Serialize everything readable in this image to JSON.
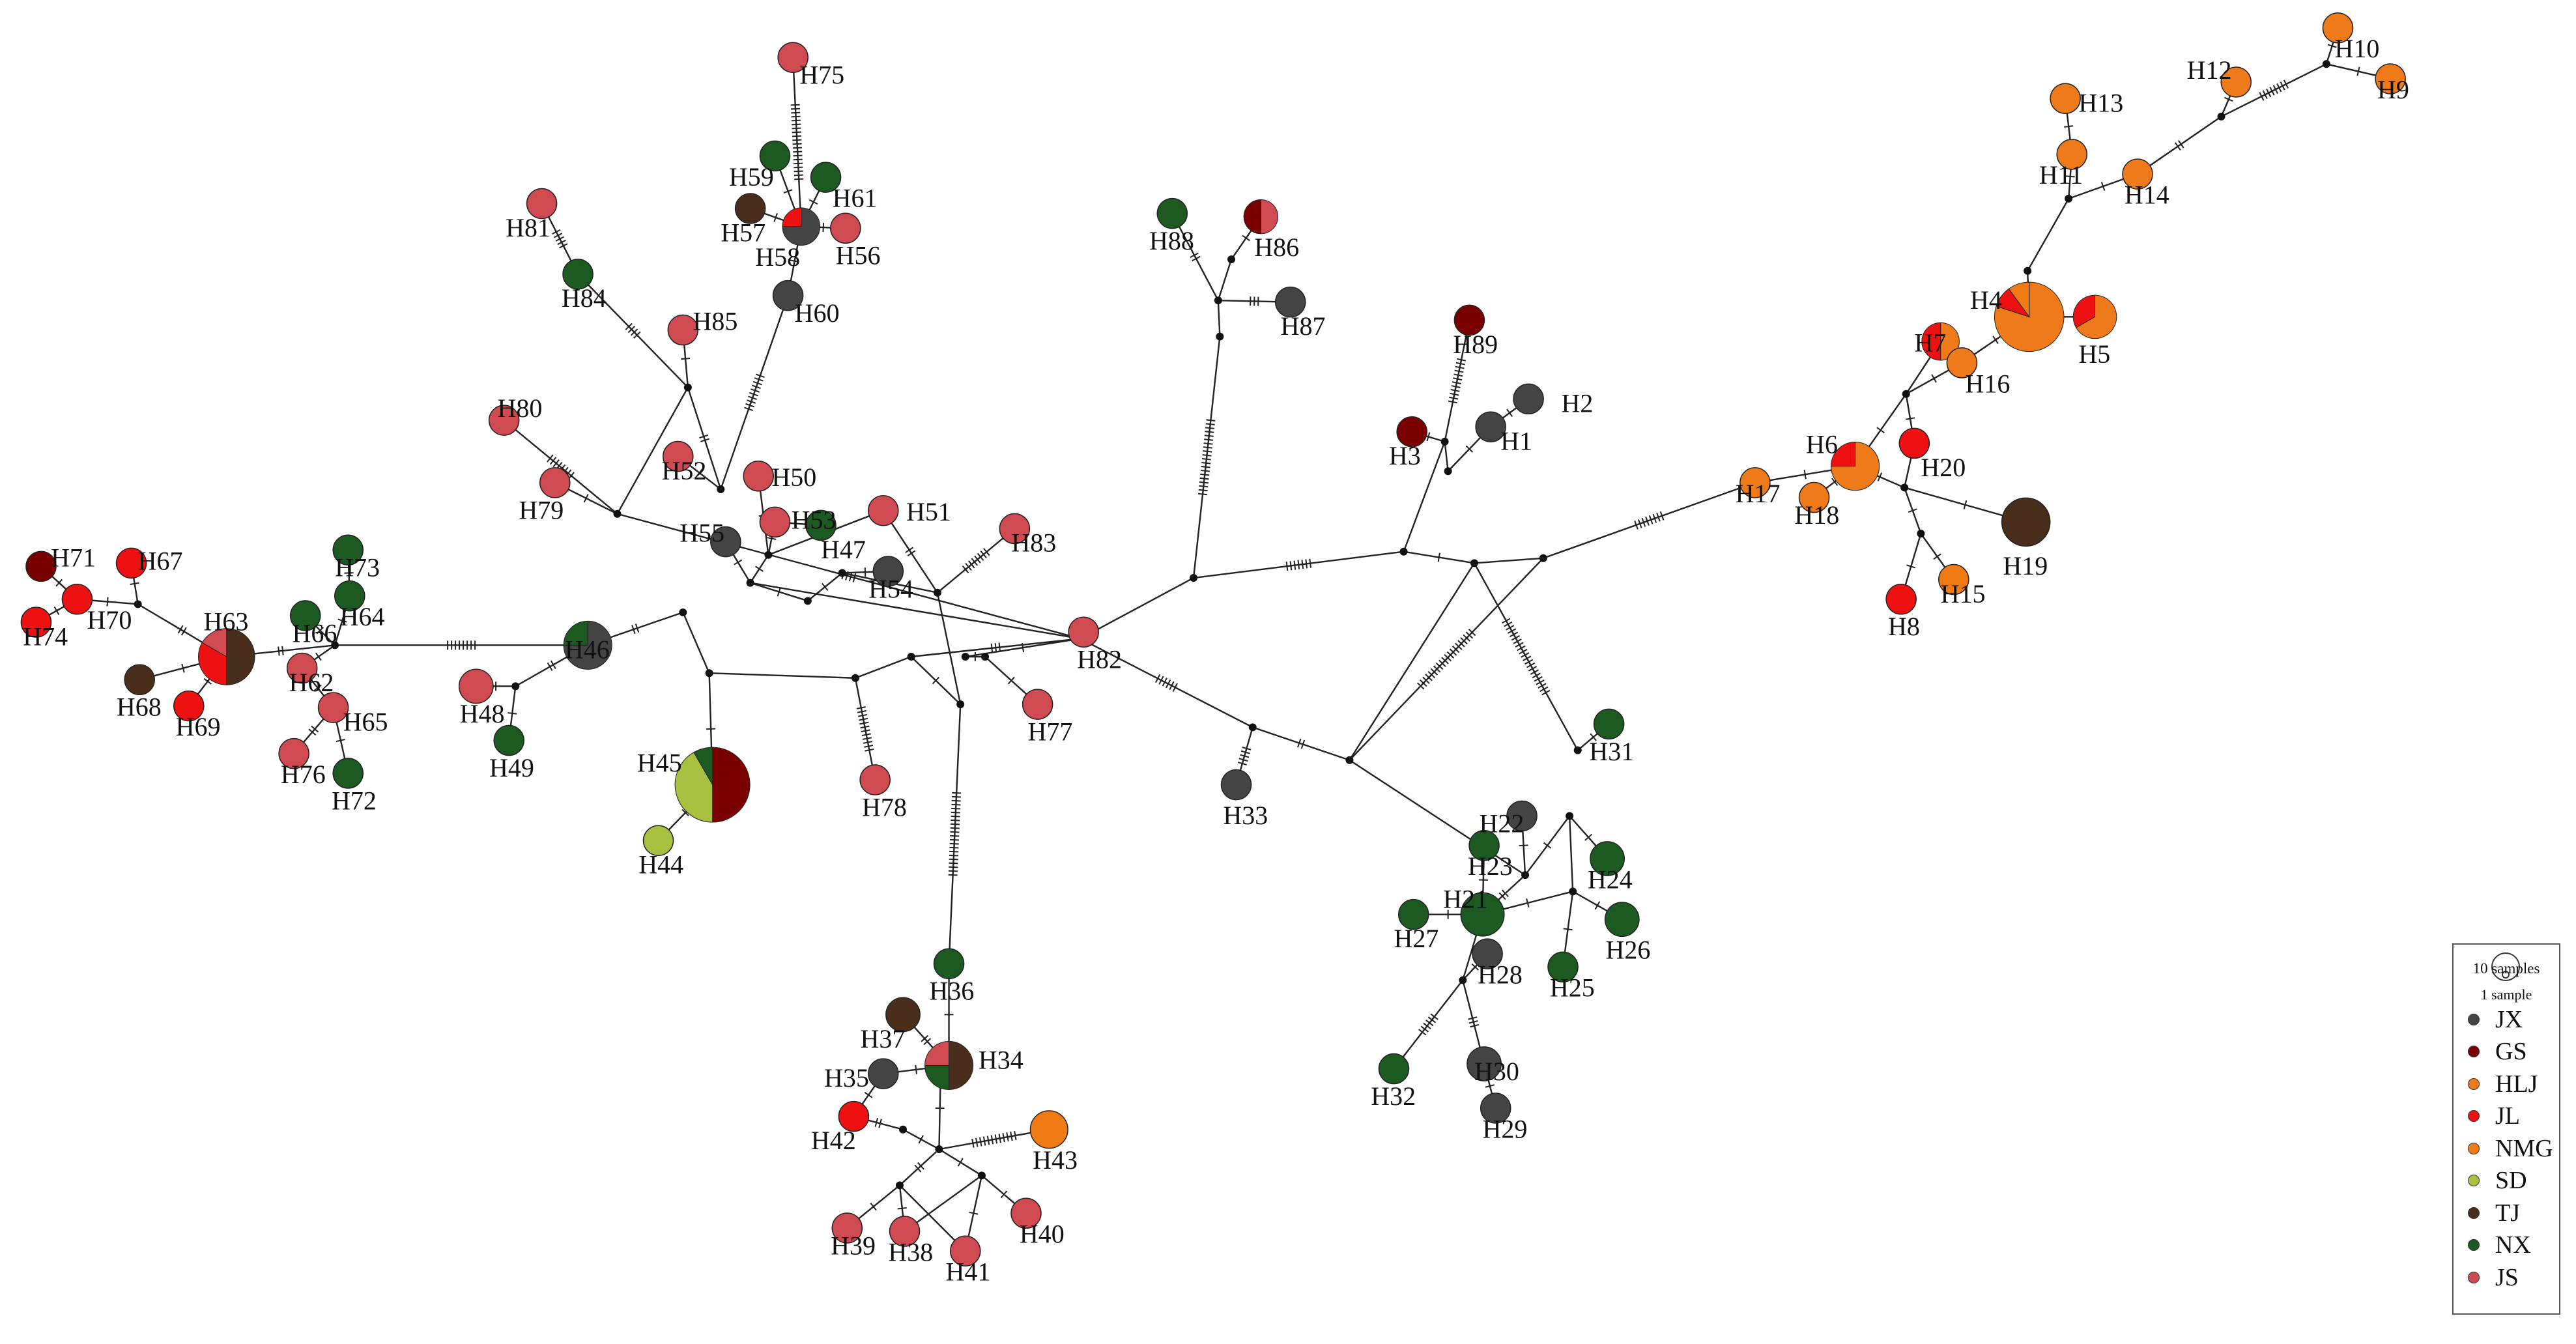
{
  "legend": {
    "scale_large": "10 samples",
    "scale_small": "1 sample",
    "items": [
      {
        "code": "JX",
        "color": "#444444"
      },
      {
        "code": "GS",
        "color": "#7a0000"
      },
      {
        "code": "HLJ",
        "color": "#ef7a1a"
      },
      {
        "code": "JL",
        "color": "#ee1111"
      },
      {
        "code": "NMG",
        "color": "#f07a14"
      },
      {
        "code": "SD",
        "color": "#a8c040"
      },
      {
        "code": "TJ",
        "color": "#4a2e1c"
      },
      {
        "code": "NX",
        "color": "#1d5a22"
      },
      {
        "code": "JS",
        "color": "#d04a52"
      }
    ]
  },
  "network": {
    "haplotypes": [
      {
        "id": "H1",
        "size": 1,
        "pops": {
          "JX": 1
        }
      },
      {
        "id": "H2",
        "size": 1,
        "pops": {
          "JX": 1
        }
      },
      {
        "id": "H3",
        "size": 1,
        "pops": {
          "GS": 1
        }
      },
      {
        "id": "H4",
        "size": 10,
        "pops": {
          "HLJ": 8,
          "JL": 1,
          "NMG": 1
        }
      },
      {
        "id": "H5",
        "size": 3,
        "pops": {
          "HLJ": 2,
          "JL": 1
        }
      },
      {
        "id": "H6",
        "size": 4,
        "pops": {
          "HLJ": 3,
          "JL": 1
        }
      },
      {
        "id": "H7",
        "size": 2,
        "pops": {
          "HLJ": 1,
          "JL": 1
        }
      },
      {
        "id": "H8",
        "size": 1,
        "pops": {
          "JL": 1
        }
      },
      {
        "id": "H9",
        "size": 1,
        "pops": {
          "HLJ": 1
        }
      },
      {
        "id": "H10",
        "size": 1,
        "pops": {
          "HLJ": 1
        }
      },
      {
        "id": "H11",
        "size": 1,
        "pops": {
          "HLJ": 1
        }
      },
      {
        "id": "H12",
        "size": 1,
        "pops": {
          "HLJ": 1
        }
      },
      {
        "id": "H13",
        "size": 1,
        "pops": {
          "HLJ": 1
        }
      },
      {
        "id": "H14",
        "size": 1,
        "pops": {
          "HLJ": 1
        }
      },
      {
        "id": "H15",
        "size": 1,
        "pops": {
          "NMG": 1
        }
      },
      {
        "id": "H16",
        "size": 1,
        "pops": {
          "HLJ": 1
        }
      },
      {
        "id": "H17",
        "size": 1,
        "pops": {
          "HLJ": 1
        }
      },
      {
        "id": "H18",
        "size": 1,
        "pops": {
          "HLJ": 1
        }
      },
      {
        "id": "H19",
        "size": 4,
        "pops": {
          "TJ": 1
        }
      },
      {
        "id": "H20",
        "size": 1,
        "pops": {
          "JL": 1
        }
      },
      {
        "id": "H21",
        "size": 3,
        "pops": {
          "NX": 1
        }
      },
      {
        "id": "H22",
        "size": 1,
        "pops": {
          "JX": 1
        }
      },
      {
        "id": "H23",
        "size": 1,
        "pops": {
          "NX": 1
        }
      },
      {
        "id": "H24",
        "size": 1.5,
        "pops": {
          "NX": 1
        }
      },
      {
        "id": "H25",
        "size": 1,
        "pops": {
          "NX": 1
        }
      },
      {
        "id": "H26",
        "size": 1.5,
        "pops": {
          "NX": 1
        }
      },
      {
        "id": "H27",
        "size": 1,
        "pops": {
          "NX": 1
        }
      },
      {
        "id": "H28",
        "size": 1,
        "pops": {
          "JX": 1
        }
      },
      {
        "id": "H29",
        "size": 1,
        "pops": {
          "JX": 1
        }
      },
      {
        "id": "H30",
        "size": 1.5,
        "pops": {
          "JX": 1
        }
      },
      {
        "id": "H31",
        "size": 1,
        "pops": {
          "NX": 1
        }
      },
      {
        "id": "H32",
        "size": 1,
        "pops": {
          "NX": 1
        }
      },
      {
        "id": "H33",
        "size": 1,
        "pops": {
          "JX": 1
        }
      },
      {
        "id": "H34",
        "size": 4,
        "pops": {
          "TJ": 2,
          "NX": 1,
          "JS": 1
        }
      },
      {
        "id": "H35",
        "size": 1,
        "pops": {
          "JX": 1
        }
      },
      {
        "id": "H36",
        "size": 1,
        "pops": {
          "NX": 1
        }
      },
      {
        "id": "H37",
        "size": 1.5,
        "pops": {
          "TJ": 1
        }
      },
      {
        "id": "H38",
        "size": 1,
        "pops": {
          "JS": 1
        }
      },
      {
        "id": "H39",
        "size": 1,
        "pops": {
          "JS": 1
        }
      },
      {
        "id": "H40",
        "size": 1,
        "pops": {
          "JS": 1
        }
      },
      {
        "id": "H41",
        "size": 1,
        "pops": {
          "JS": 1
        }
      },
      {
        "id": "H42",
        "size": 1,
        "pops": {
          "JL": 1
        }
      },
      {
        "id": "H43",
        "size": 2,
        "pops": {
          "NMG": 1
        }
      },
      {
        "id": "H44",
        "size": 1,
        "pops": {
          "SD": 1
        }
      },
      {
        "id": "H45",
        "size": 12,
        "pops": {
          "GS": 6,
          "SD": 5,
          "NX": 1
        }
      },
      {
        "id": "H46",
        "size": 4,
        "pops": {
          "JX": 3,
          "NX": 1
        }
      },
      {
        "id": "H47",
        "size": 1,
        "pops": {
          "NX": 1
        }
      },
      {
        "id": "H48",
        "size": 1.5,
        "pops": {
          "JS": 1
        }
      },
      {
        "id": "H49",
        "size": 1,
        "pops": {
          "NX": 1
        }
      },
      {
        "id": "H50",
        "size": 1,
        "pops": {
          "JS": 1
        }
      },
      {
        "id": "H51",
        "size": 1,
        "pops": {
          "JS": 1
        }
      },
      {
        "id": "H52",
        "size": 1,
        "pops": {
          "JS": 1
        }
      },
      {
        "id": "H53",
        "size": 1,
        "pops": {
          "JS": 1
        }
      },
      {
        "id": "H54",
        "size": 1,
        "pops": {
          "JX": 1
        }
      },
      {
        "id": "H55",
        "size": 1,
        "pops": {
          "JX": 1
        }
      },
      {
        "id": "H56",
        "size": 1,
        "pops": {
          "JS": 1
        }
      },
      {
        "id": "H57",
        "size": 1,
        "pops": {
          "TJ": 1
        }
      },
      {
        "id": "H58",
        "size": 2,
        "pops": {
          "JX": 3,
          "JL": 1
        }
      },
      {
        "id": "H59",
        "size": 1,
        "pops": {
          "NX": 1
        }
      },
      {
        "id": "H60",
        "size": 1,
        "pops": {
          "JX": 1
        }
      },
      {
        "id": "H61",
        "size": 1,
        "pops": {
          "NX": 1
        }
      },
      {
        "id": "H62",
        "size": 1,
        "pops": {
          "JS": 1
        }
      },
      {
        "id": "H63",
        "size": 6,
        "pops": {
          "TJ": 3,
          "JL": 2,
          "JS": 1
        }
      },
      {
        "id": "H64",
        "size": 1,
        "pops": {
          "NX": 1
        }
      },
      {
        "id": "H65",
        "size": 1,
        "pops": {
          "JS": 1
        }
      },
      {
        "id": "H66",
        "size": 1,
        "pops": {
          "NX": 1
        }
      },
      {
        "id": "H67",
        "size": 1,
        "pops": {
          "JL": 1
        }
      },
      {
        "id": "H68",
        "size": 1,
        "pops": {
          "TJ": 1
        }
      },
      {
        "id": "H69",
        "size": 1,
        "pops": {
          "JL": 1
        }
      },
      {
        "id": "H70",
        "size": 1,
        "pops": {
          "JL": 1
        }
      },
      {
        "id": "H71",
        "size": 1,
        "pops": {
          "GS": 1
        }
      },
      {
        "id": "H72",
        "size": 1,
        "pops": {
          "NX": 1
        }
      },
      {
        "id": "H73",
        "size": 1,
        "pops": {
          "NX": 1
        }
      },
      {
        "id": "H74",
        "size": 1,
        "pops": {
          "JL": 1
        }
      },
      {
        "id": "H75",
        "size": 1,
        "pops": {
          "JS": 1
        }
      },
      {
        "id": "H76",
        "size": 1,
        "pops": {
          "JS": 1
        }
      },
      {
        "id": "H77",
        "size": 1,
        "pops": {
          "JS": 1
        }
      },
      {
        "id": "H78",
        "size": 1,
        "pops": {
          "JS": 1
        }
      },
      {
        "id": "H79",
        "size": 1,
        "pops": {
          "JS": 1
        }
      },
      {
        "id": "H80",
        "size": 1,
        "pops": {
          "JS": 1
        }
      },
      {
        "id": "H81",
        "size": 1,
        "pops": {
          "JS": 1
        }
      },
      {
        "id": "H82",
        "size": 1,
        "pops": {
          "JS": 1
        }
      },
      {
        "id": "H83",
        "size": 1,
        "pops": {
          "JS": 1
        }
      },
      {
        "id": "H84",
        "size": 1,
        "pops": {
          "NX": 1
        }
      },
      {
        "id": "H85",
        "size": 1,
        "pops": {
          "JS": 1
        }
      },
      {
        "id": "H86",
        "size": 1.5,
        "pops": {
          "JS": 1,
          "GS": 1
        }
      },
      {
        "id": "H87",
        "size": 1,
        "pops": {
          "JX": 1
        }
      },
      {
        "id": "H88",
        "size": 1,
        "pops": {
          "NX": 1
        }
      },
      {
        "id": "H89",
        "size": 1,
        "pops": {
          "GS": 1
        }
      }
    ]
  }
}
